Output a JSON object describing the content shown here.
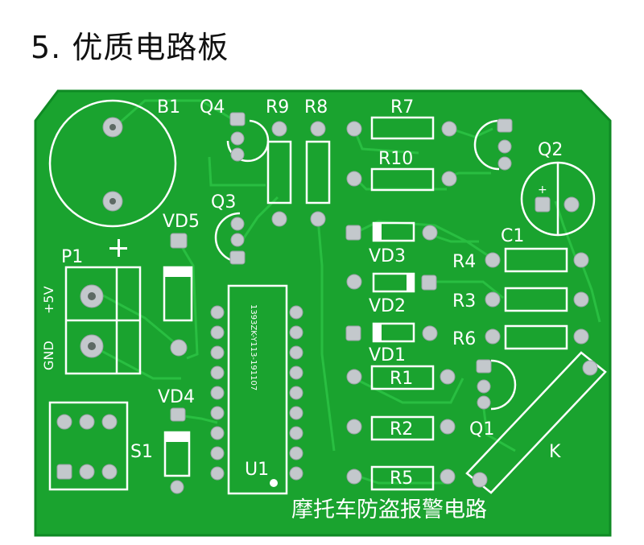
{
  "heading": "5. 优质电路板",
  "colors": {
    "board": "#1aa32f",
    "board_edge": "#0f8a24",
    "trace": "#2bc244",
    "pad": "#bfc4c8",
    "silkscreen": "#ffffff"
  },
  "board_label": "摩托车防盗报警电路",
  "chip_marking": "1393ZK-Y113-191107",
  "labels": {
    "b1": "B1",
    "q4": "Q4",
    "r9": "R9",
    "r8": "R8",
    "r7": "R7",
    "q2": "Q2",
    "r10": "R10",
    "q3": "Q3",
    "vd5": "VD5",
    "c1": "C1",
    "p1": "P1",
    "plus": "+",
    "plus5v": "+5V",
    "gnd": "GND",
    "vd3": "VD3",
    "vd2": "VD2",
    "vd1": "VD1",
    "r4": "R4",
    "r3": "R3",
    "r6": "R6",
    "r1": "R1",
    "r2": "R2",
    "r5": "R5",
    "q1": "Q1",
    "vd4": "VD4",
    "s1": "S1",
    "u1": "U1",
    "k": "K"
  }
}
